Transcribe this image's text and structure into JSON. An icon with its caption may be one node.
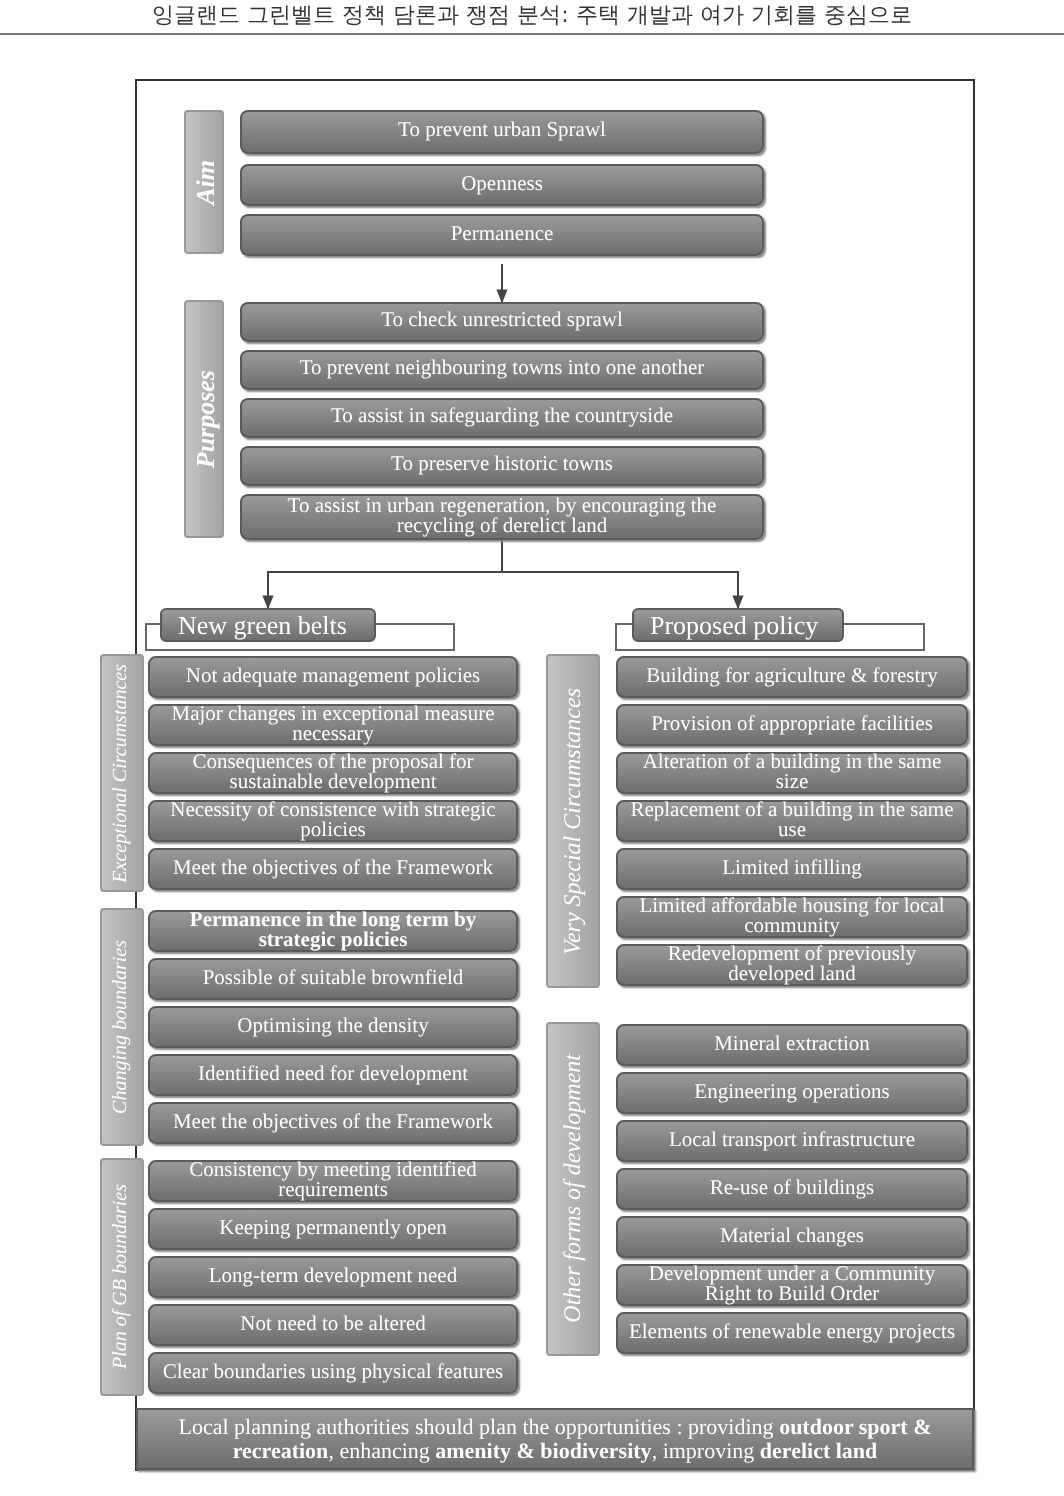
{
  "diagram": {
    "nodes": [
      {
        "text": [
          "Aim"
        ]
      },
      {
        "text": [
          "To prevent urban Sprawl"
        ]
      },
      {
        "text": [
          "Openness"
        ]
      },
      {
        "text": [
          "Permanence"
        ]
      },
      {
        "text": [
          "Purposes"
        ]
      },
      {
        "text": [
          "To check unrestricted sprawl"
        ]
      },
      {
        "text": [
          "To prevent neighbouring towns into one another"
        ]
      },
      {
        "text": [
          "To assist in safeguarding the countryside"
        ]
      },
      {
        "text": [
          "To preserve historic towns"
        ]
      },
      {
        "text": [
          "To assist in urban regeneration, by encouraging the recycling of derelict land"
        ]
      },
      {
        "text": [
          "New green belts"
        ]
      },
      {
        "text": [
          "Proposed policy"
        ]
      },
      {
        "text": [
          "Exceptional Circumstances"
        ]
      },
      {
        "text": [
          "Not adequate management policies"
        ]
      },
      {
        "text": [
          "Major changes in exceptional measure necessary"
        ]
      },
      {
        "text": [
          "Consequences of the proposal for sustainable development"
        ]
      },
      {
        "text": [
          "Necessity of consistence with strategic policies"
        ]
      },
      {
        "text": [
          "Meet the objectives of the Framework"
        ]
      },
      {
        "text": [
          "Changing boundaries"
        ]
      },
      {
        "text": [
          "Permanence in the long term by strategic policies"
        ]
      },
      {
        "text": [
          "Possible of suitable brownfield"
        ]
      },
      {
        "text": [
          "Optimising the density"
        ]
      },
      {
        "text": [
          "Identified need for development"
        ]
      },
      {
        "text": [
          "Meet the objectives of the Framework"
        ]
      },
      {
        "text": [
          "Plan of GB boundaries"
        ]
      },
      {
        "text": [
          "Consistency by meeting identified requirements"
        ]
      },
      {
        "text": [
          "Keeping permanently open"
        ]
      },
      {
        "text": [
          "Long-term development need"
        ]
      },
      {
        "text": [
          "Not need to be altered"
        ]
      },
      {
        "text": [
          "Clear boundaries using physical features"
        ]
      },
      {
        "text": [
          "Very Special Circumstances"
        ]
      },
      {
        "text": [
          "Building for agriculture & forestry"
        ]
      },
      {
        "text": [
          "Provision of appropriate facilities"
        ]
      },
      {
        "text": [
          "Alteration of a building in the same size"
        ]
      },
      {
        "text": [
          "Replacement of a building in the same use"
        ]
      },
      {
        "text": [
          "Limited infilling"
        ]
      },
      {
        "text": [
          "Limited affordable housing for local community"
        ]
      },
      {
        "text": [
          "Redevelopment of previously developed land"
        ]
      },
      {
        "text": [
          "Other forms of development"
        ]
      },
      {
        "text": [
          "Mineral extraction"
        ]
      },
      {
        "text": [
          "Engineering operations"
        ]
      },
      {
        "text": [
          "Local transport infrastructure"
        ]
      },
      {
        "text": [
          "Re-use of buildings"
        ]
      },
      {
        "text": [
          "Material changes"
        ]
      },
      {
        "text": [
          "Development under a Community Right to Build Order"
        ]
      },
      {
        "text": [
          "Elements of renewable energy projects"
        ]
      },
      {
        "text": [
          "Local planning authorities should plan the opportunities : providing **outdoor sport & recreation**, enhancing **amenity & biodiversity**, improving **derelict land**"
        ]
      }
    ],
    "edges": [
      {
        "from": 3,
        "to": 5,
        "arrow": "to"
      },
      {
        "from": 9,
        "to": 10,
        "arrow": "to"
      },
      {
        "from": 9,
        "to": 11,
        "arrow": "to"
      }
    ],
    "labels": [
      "잉글랜드 그린벨트 정책 담론과 쟁점 분석: 주택 개발과 여가 기회를 중심으로"
    ]
  }
}
